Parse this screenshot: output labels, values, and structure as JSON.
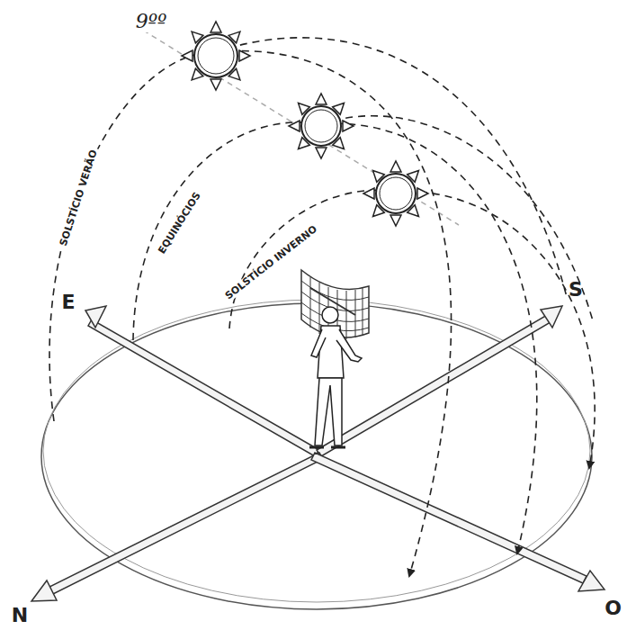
{
  "diagram": {
    "labels": [
      "9ºº",
      "SOLSTÍCIO VERÃO",
      "EQUINÓCIOS",
      "SOLSTÍCIO INVERNO",
      "E",
      "S",
      "N",
      "O"
    ]
  }
}
